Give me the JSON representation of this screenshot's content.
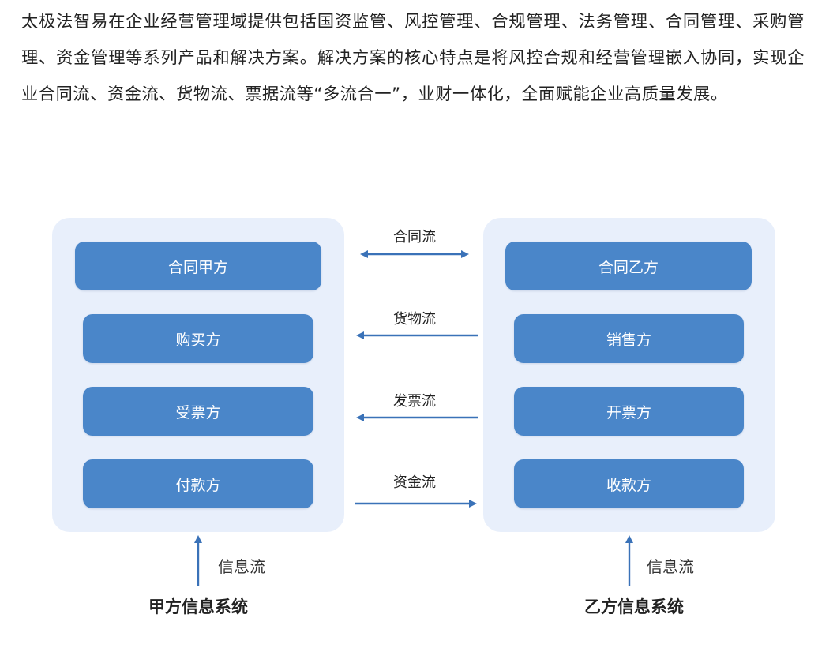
{
  "intro": {
    "text": "太极法智易在企业经营管理域提供包括国资监管、风控管理、合规管理、法务管理、合同管理、采购管理、资金管理等系列产品和解决方案。解决方案的核心特点是将风控合规和经营管理嵌入协同，实现企业合同流、资金流、货物流、票据流等“多流合一”，业财一体化，全面赋能企业高质量发展。"
  },
  "diagram": {
    "left_roles": [
      "合同甲方",
      "购买方",
      "受票方",
      "付款方"
    ],
    "right_roles": [
      "合同乙方",
      "销售方",
      "开票方",
      "收款方"
    ],
    "flows": [
      {
        "label": "合同流",
        "direction": "both"
      },
      {
        "label": "货物流",
        "direction": "to-left"
      },
      {
        "label": "发票流",
        "direction": "to-left"
      },
      {
        "label": "资金流",
        "direction": "to-right"
      }
    ],
    "info_flow_left": "信息流",
    "info_flow_right": "信息流",
    "left_system": "甲方信息系统",
    "right_system": "乙方信息系统",
    "colors": {
      "panel": "#e8effb",
      "role_box": "#4a86c9",
      "arrow": "#3a72b8"
    }
  }
}
